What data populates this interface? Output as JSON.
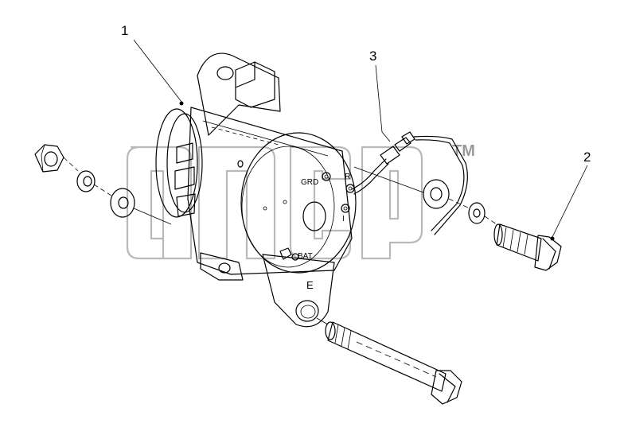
{
  "diagram": {
    "callouts": {
      "alternator": "1",
      "bolt_short": "2",
      "harness": "3"
    },
    "terminals": {
      "ground": "GRD",
      "r": "R",
      "i": "I",
      "battery": "BAT",
      "e": "E"
    },
    "watermark": {
      "trademark": "TM"
    }
  }
}
